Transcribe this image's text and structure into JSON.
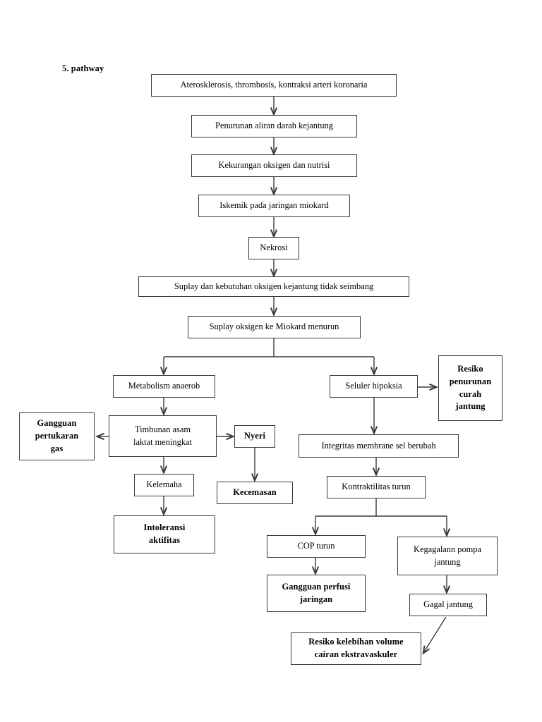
{
  "page": {
    "title_label": "5. pathway",
    "background_color": "#ffffff",
    "line_color": "#3a3a3a",
    "text_color": "#000000"
  },
  "nodes": {
    "ateros": {
      "label": "Aterosklerosis, thrombosis, kontraksi arteri koronaria"
    },
    "penurunan_aliran": {
      "label": "Penurunan aliran darah kejantung"
    },
    "kekurangan_oksigen": {
      "label": "Kekurangan oksigen dan nutrisi"
    },
    "iskemik": {
      "label": "Iskemik pada jaringan miokard"
    },
    "nekrosi": {
      "label": "Nekrosi"
    },
    "suplay_kebutuhan": {
      "label": "Suplay dan kebutuhan oksigen kejantung tidak seimbang"
    },
    "suplay_miokard": {
      "label": "Suplay oksigen ke Miokard menurun"
    },
    "metabolism": {
      "label": "Metabolism anaerob"
    },
    "seluler_hipoksia": {
      "label": "Seluler hipoksia"
    },
    "resiko_penurunan_curah": {
      "label": "Resiko\npenurunan\ncurah\njantung"
    },
    "gangguan_pertukaran_gas": {
      "label": "Gangguan\npertukaran\ngas"
    },
    "timbunan_asam": {
      "label": "Timbunan asam\nlaktat meningkat"
    },
    "nyeri": {
      "label": "Nyeri"
    },
    "integritas_membrane": {
      "label": "Integritas membrane sel berubah"
    },
    "kelemaha": {
      "label": "Kelemaha"
    },
    "kecemasan": {
      "label": "Kecemasan"
    },
    "kontraktilitas": {
      "label": "Kontraktilitas turun"
    },
    "intoleransi": {
      "label": "Intoleransi\naktifitas"
    },
    "cop_turun": {
      "label": "COP turun"
    },
    "kegagalan_pompa": {
      "label": "Kegagalann pompa\njantung"
    },
    "gangguan_perfusi": {
      "label": "Gangguan perfusi\njaringan"
    },
    "gagal_jantung": {
      "label": "Gagal jantung"
    },
    "resiko_kelebihan": {
      "label": "Resiko kelebihan volume\ncairan ekstravaskuler"
    }
  }
}
